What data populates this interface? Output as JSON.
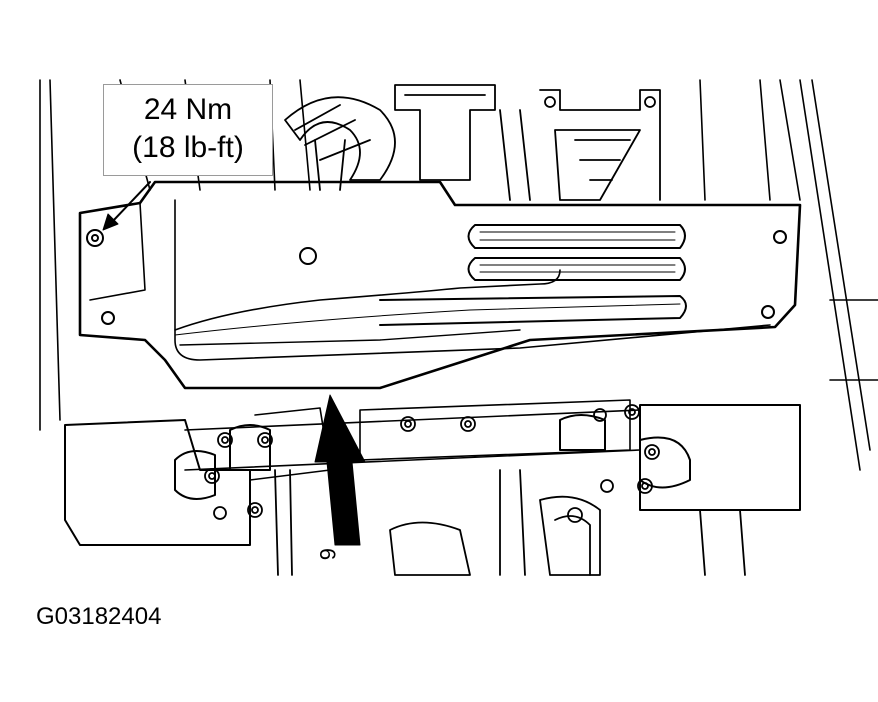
{
  "callout": {
    "torque_nm": "24 Nm",
    "torque_lbft": "(18 lb-ft)"
  },
  "arrow_label": "6",
  "figure_id": "G03182404",
  "colors": {
    "line": "#000000",
    "background": "#ffffff",
    "box_border": "#9a9a9a"
  },
  "icons": {
    "view_arrow": "up-arrow-icon",
    "bolt": "bolt-icon"
  }
}
